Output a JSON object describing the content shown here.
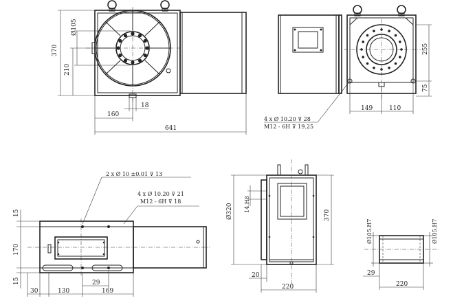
{
  "views": {
    "front": {
      "dims": {
        "d105": "Ø105",
        "h370": "370",
        "h210": "210",
        "w160": "160",
        "w18": "18",
        "w641": "641"
      }
    },
    "side": {
      "dims": {
        "h255": "255",
        "h75": "75",
        "w149": "149",
        "w110": "110"
      },
      "notes": {
        "line1": "4 x Ø 10.20 ⊽ 28",
        "line2": "M12 - 6H ⊽ 19.25"
      }
    },
    "top": {
      "notes": {
        "pin": "2 x Ø 10 ±0.01 ⊽ 13",
        "hole1": "4 x Ø 10.20 ⊽ 21",
        "hole2": "M12 - 6H ⊽ 18"
      },
      "dims": {
        "h15a": "15",
        "h170": "170",
        "h15b": "15",
        "w30": "30",
        "w130": "130",
        "w29": "29",
        "w169": "169"
      }
    },
    "rear": {
      "dims": {
        "d320": "Ø320",
        "h14": "14.H8",
        "h370": "370",
        "w20": "20",
        "w220": "220"
      }
    },
    "bore": {
      "dims": {
        "d105a": "Ø105.H7",
        "d105b": "Ø105.H7",
        "w29": "29",
        "w220": "220"
      }
    }
  }
}
